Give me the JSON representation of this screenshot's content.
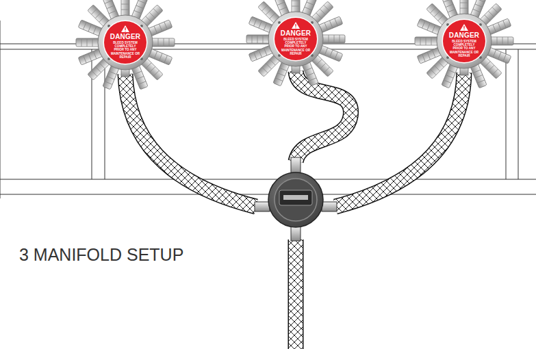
{
  "diagram": {
    "title": "3 MANIFOLD SETUP",
    "nodes": [
      {
        "text": [
          "DANGER",
          "BLEED SYSTEM COMPLETELY PRIOR TO ANY MAINTENANCE OR REPAIR"
        ]
      },
      {
        "text": [
          "DANGER",
          "BLEED SYSTEM COMPLETELY PRIOR TO ANY MAINTENANCE OR REPAIR"
        ]
      },
      {
        "text": [
          "DANGER",
          "BLEED SYSTEM COMPLETELY PRIOR TO ANY MAINTENANCE OR REPAIR"
        ]
      }
    ]
  }
}
